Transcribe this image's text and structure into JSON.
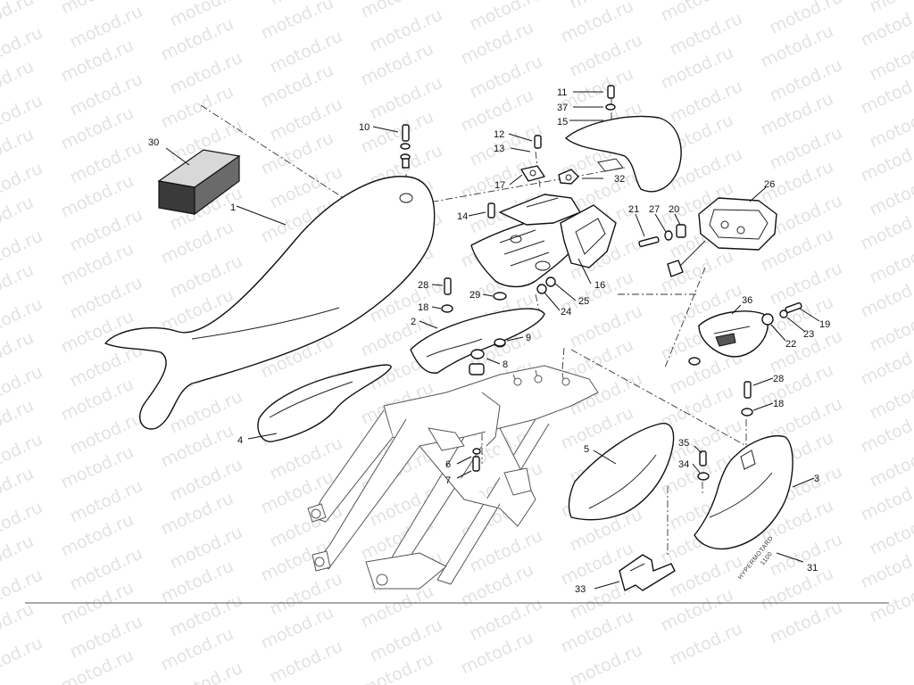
{
  "watermark": {
    "text": "motod.ru"
  },
  "diagram": {
    "inscription_line1": "HYPERMOTARD",
    "inscription_line2": "1100"
  },
  "parts": [
    {
      "id": "30",
      "label": "30"
    },
    {
      "id": "1",
      "label": "1"
    },
    {
      "id": "4",
      "label": "4"
    },
    {
      "id": "10",
      "label": "10"
    },
    {
      "id": "11",
      "label": "11"
    },
    {
      "id": "37",
      "label": "37"
    },
    {
      "id": "15",
      "label": "15"
    },
    {
      "id": "12",
      "label": "12"
    },
    {
      "id": "13",
      "label": "13"
    },
    {
      "id": "17",
      "label": "17"
    },
    {
      "id": "32",
      "label": "32"
    },
    {
      "id": "14",
      "label": "14"
    },
    {
      "id": "16",
      "label": "16"
    },
    {
      "id": "25",
      "label": "25"
    },
    {
      "id": "24",
      "label": "24"
    },
    {
      "id": "28a",
      "label": "28"
    },
    {
      "id": "18a",
      "label": "18"
    },
    {
      "id": "29",
      "label": "29"
    },
    {
      "id": "2",
      "label": "2"
    },
    {
      "id": "9",
      "label": "9"
    },
    {
      "id": "8",
      "label": "8"
    },
    {
      "id": "26",
      "label": "26"
    },
    {
      "id": "21",
      "label": "21"
    },
    {
      "id": "27",
      "label": "27"
    },
    {
      "id": "20",
      "label": "20"
    },
    {
      "id": "36",
      "label": "36"
    },
    {
      "id": "19",
      "label": "19"
    },
    {
      "id": "22",
      "label": "22"
    },
    {
      "id": "23",
      "label": "23"
    },
    {
      "id": "28b",
      "label": "28"
    },
    {
      "id": "18b",
      "label": "18"
    },
    {
      "id": "35",
      "label": "35"
    },
    {
      "id": "34",
      "label": "34"
    },
    {
      "id": "5",
      "label": "5"
    },
    {
      "id": "3",
      "label": "3"
    },
    {
      "id": "6",
      "label": "6"
    },
    {
      "id": "7",
      "label": "7"
    },
    {
      "id": "31",
      "label": "31"
    },
    {
      "id": "33",
      "label": "33"
    }
  ]
}
